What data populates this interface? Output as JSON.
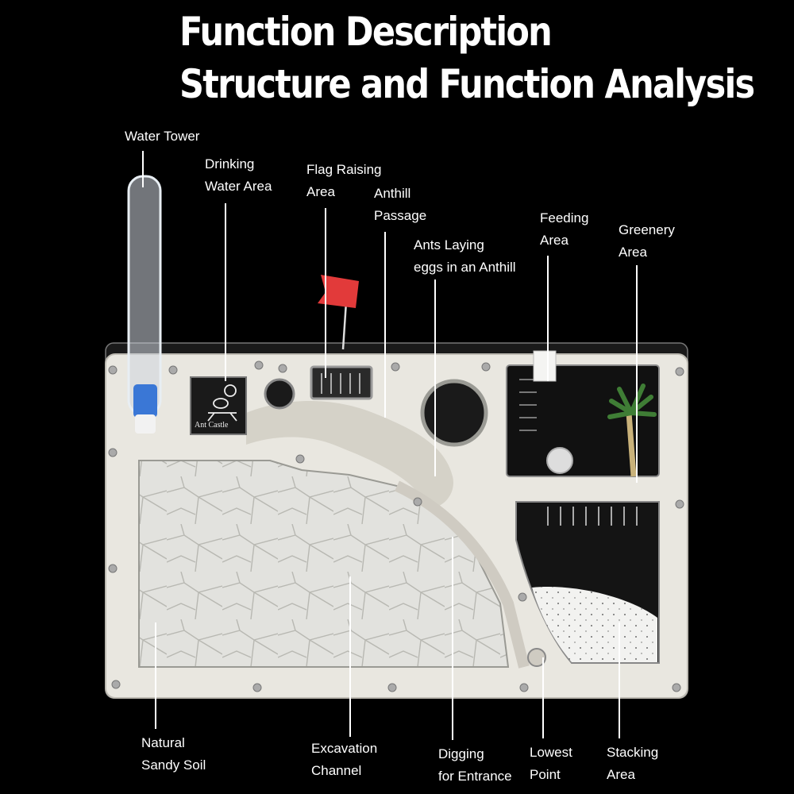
{
  "title": {
    "line1": "Function Description",
    "line2": "Structure and Function Analysis"
  },
  "labels": {
    "water_tower": "Water Tower",
    "drinking_water_area": [
      "Drinking",
      "Water Area"
    ],
    "flag_raising_area": [
      "Flag Raising",
      "Area"
    ],
    "anthill_passage": [
      "Anthill",
      "Passage"
    ],
    "ants_laying_eggs": [
      "Ants Laying",
      "eggs in an Anthill"
    ],
    "feeding_area": [
      "Feeding",
      "Area"
    ],
    "greenery_area": [
      "Greenery",
      "Area"
    ],
    "natural_sandy_soil": [
      "Natural",
      "Sandy Soil"
    ],
    "excavation_channel": [
      "Excavation",
      "Channel"
    ],
    "digging_for_entrance": [
      "Digging",
      "for Entrance"
    ],
    "lowest_point": [
      "Lowest",
      "Point"
    ],
    "stacking_area": [
      "Stacking",
      "Area"
    ]
  },
  "device": {
    "logo_text": "Ant Castle",
    "frame_color": "#e9e7e0",
    "sand_color": "#dcdcd7",
    "flag_color": "#e23a3a"
  }
}
